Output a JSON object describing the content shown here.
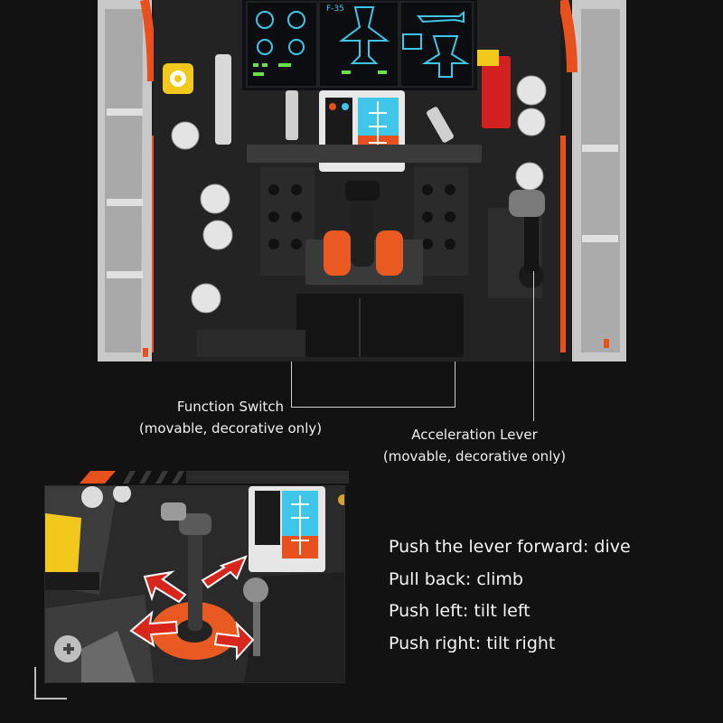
{
  "hud": {
    "model_label": "F-35"
  },
  "callouts": {
    "function_switch": {
      "title": "Function Switch",
      "note": "(movable, decorative only)"
    },
    "acceleration_lever": {
      "title": "Acceleration Lever",
      "note": "(movable, decorative only)"
    }
  },
  "instructions": [
    "Push the lever forward: dive",
    "Pull back: climb",
    "Push left: tilt left",
    "Push right: tilt right"
  ],
  "colors": {
    "background": "#121212",
    "accent_orange": "#e8501e",
    "arrow_red": "#d9261c",
    "hud_cyan": "#3fc6e8",
    "brick_yellow": "#f3c81c"
  }
}
